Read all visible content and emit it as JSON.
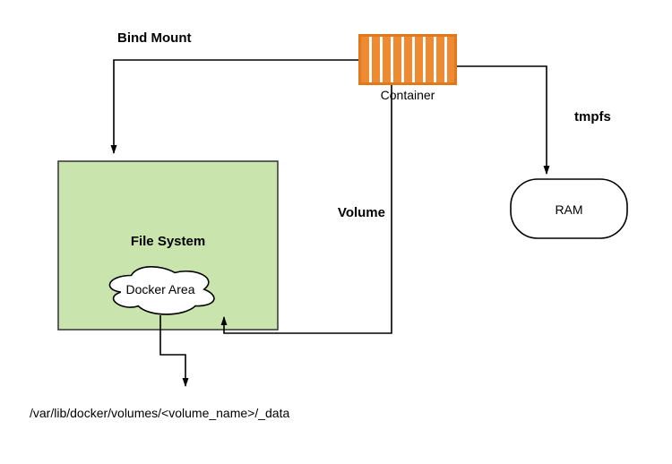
{
  "diagram": {
    "labels": {
      "bind_mount": "Bind Mount",
      "container": "Container",
      "tmpfs": "tmpfs",
      "volume": "Volume",
      "file_system": "File System",
      "docker_area": "Docker Area",
      "ram": "RAM",
      "volume_path": "/var/lib/docker/volumes/<volume_name>/_data"
    },
    "colors": {
      "container_fill": "#EE8A31",
      "container_border": "#DE7A1C",
      "file_system_fill": "#C9E4AC",
      "shape_fill": "#FFFFFF",
      "line": "#000000"
    }
  }
}
